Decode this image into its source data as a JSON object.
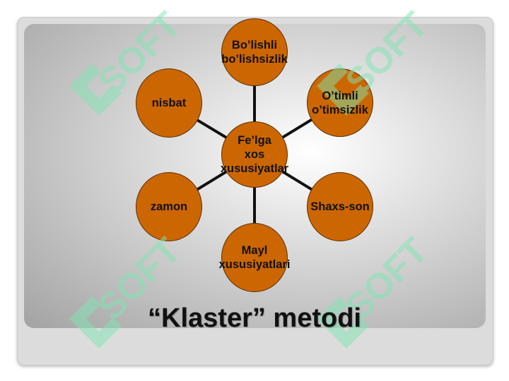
{
  "slide": {
    "title": "“Klaster” metodi"
  },
  "diagram": {
    "center": {
      "label": "Fe’lga\nxos\nxususiyatlar"
    },
    "nodes": [
      {
        "label": "Bo’lishli\nbo’lishsizlik"
      },
      {
        "label": "O’timli\no’timsizlik"
      },
      {
        "label": "Shaxs-son"
      },
      {
        "label": "Mayl\nxususiyatlari"
      },
      {
        "label": "zamon"
      },
      {
        "label": "nisbat"
      }
    ]
  },
  "colors": {
    "node_fill": "#cc6600",
    "node_border": "#5c2e00",
    "connector": "#111111",
    "watermark": "#7ee6b4"
  },
  "watermark": {
    "text": "SOFT",
    "icon": "soft-logo-icon"
  }
}
